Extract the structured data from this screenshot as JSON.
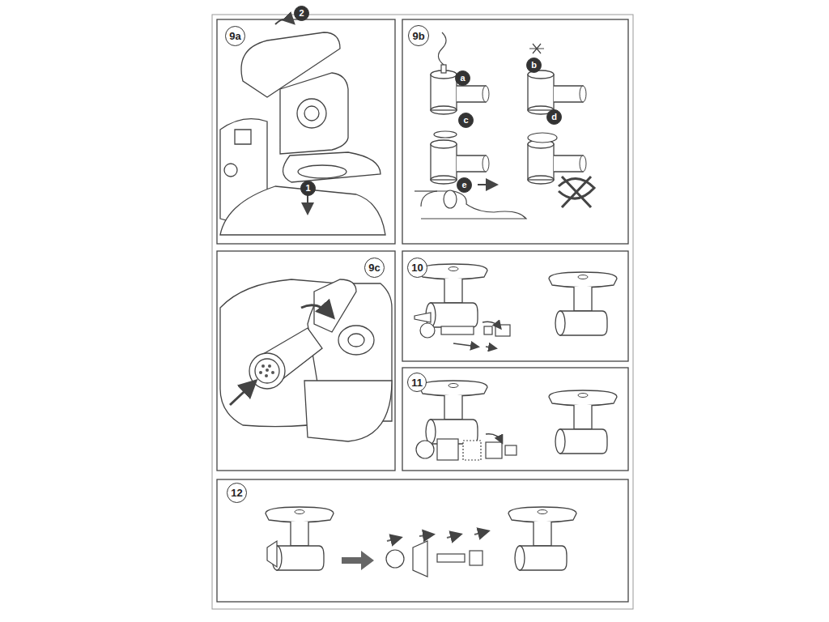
{
  "diagram": {
    "nodes": [
      {
        "text": [
          "9a"
        ]
      },
      {
        "text": [
          "2"
        ]
      },
      {
        "text": [
          "1"
        ]
      },
      {
        "text": [
          "9b"
        ]
      },
      {
        "text": [
          "a"
        ]
      },
      {
        "text": [
          "b"
        ]
      },
      {
        "text": [
          "c"
        ]
      },
      {
        "text": [
          "d"
        ]
      },
      {
        "text": [
          "e"
        ]
      },
      {
        "text": [
          "9c"
        ]
      },
      {
        "text": [
          "10"
        ]
      },
      {
        "text": [
          "11"
        ]
      },
      {
        "text": [
          "12"
        ]
      }
    ]
  }
}
